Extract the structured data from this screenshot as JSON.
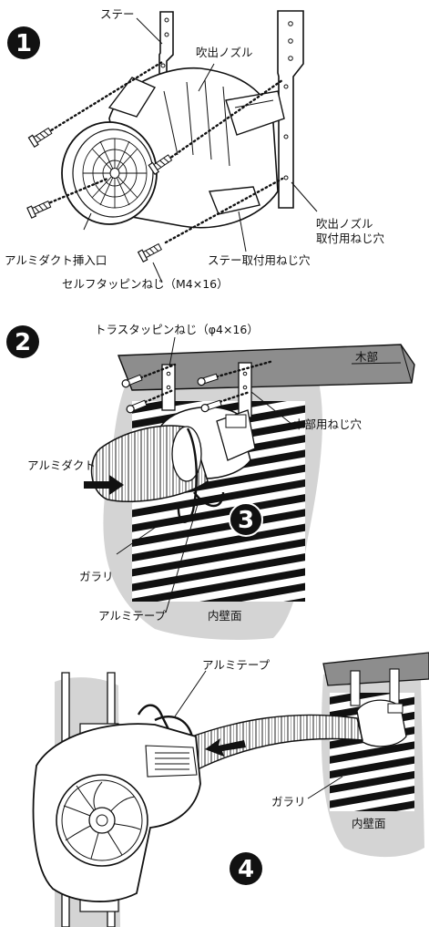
{
  "colors": {
    "ink": "#111111",
    "wall": "#d4d4d4",
    "wood": "#8d8d8d",
    "paper": "#ffffff"
  },
  "steps": [
    {
      "number": "1",
      "shape": "filled-circle"
    },
    {
      "number": "2",
      "shape": "filled-circle"
    },
    {
      "number": "3",
      "shape": "filled-circle"
    },
    {
      "number": "4",
      "shape": "filled-circle"
    }
  ],
  "step1": {
    "labels": {
      "stay": "ステー",
      "outlet_nozzle": "吹出ノズル",
      "nozzle_screw_hole_line1": "吹出ノズル",
      "nozzle_screw_hole_line2": "取付用ねじ穴",
      "duct_inlet": "アルミダクト挿入口",
      "stay_screw_hole": "ステー取付用ねじ穴",
      "tapping_screw": "セルフタッピンねじ（M4×16）"
    },
    "icons": [
      "nozzle-icon",
      "stay-bracket-icon",
      "screw-icon"
    ]
  },
  "step2": {
    "labels": {
      "truss_screw": "トラスタッピンねじ（φ4×16）",
      "wood": "木部",
      "wood_screw_hole": "木部用ねじ穴",
      "aluminum_duct": "アルミダクト",
      "louver": "ガラリ",
      "aluminum_tape": "アルミテープ",
      "inner_wall": "内壁面"
    }
  },
  "step4": {
    "labels": {
      "aluminum_tape": "アルミテープ",
      "louver": "ガラリ",
      "inner_wall": "内壁面"
    },
    "icons": [
      "blower-icon",
      "flexible-duct-icon"
    ]
  }
}
